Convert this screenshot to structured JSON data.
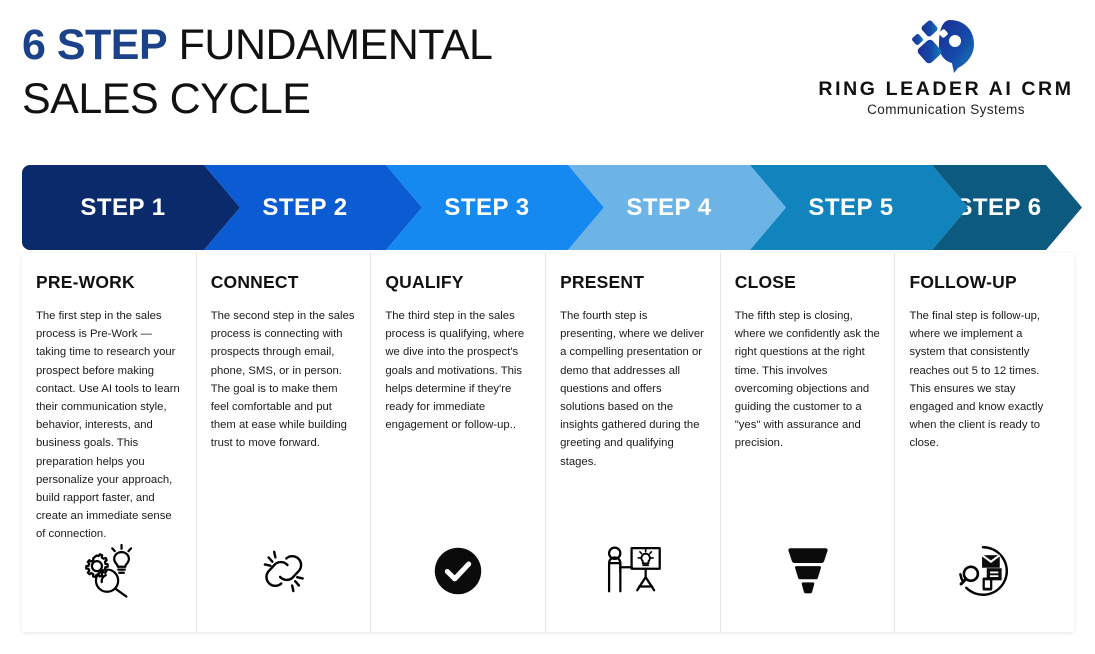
{
  "header": {
    "title_highlight": "6 STEP",
    "title_rest": " FUNDAMENTAL\nSALES CYCLE",
    "title_full": "6 STEP FUNDAMENTAL SALES CYCLE"
  },
  "logo": {
    "name": "RING LEADER AI CRM",
    "subtitle": "Communication Systems",
    "mark_icon": "ai-head-profile-icon",
    "color_start": "#1a2f8f",
    "color_end": "#1683b5"
  },
  "banner": {
    "steps": [
      {
        "label": "STEP 1",
        "color": "#0a2a6b"
      },
      {
        "label": "STEP 2",
        "color": "#0b5bd3"
      },
      {
        "label": "STEP 3",
        "color": "#1689f0"
      },
      {
        "label": "STEP 4",
        "color": "#6cb4e6"
      },
      {
        "label": "STEP 5",
        "color": "#1183bd"
      },
      {
        "label": "STEP 6",
        "color": "#0d5a80"
      }
    ]
  },
  "cards": [
    {
      "title": "PRE-WORK",
      "body": "The first step in the sales process is Pre-Work — taking time to research your prospect before making contact. Use AI tools to learn their communication style, behavior, interests, and business goals. This preparation helps you personalize your approach, build rapport faster, and create an immediate sense of connection.",
      "icon": "gear-lightbulb-magnifier-icon"
    },
    {
      "title": "CONNECT",
      "body": "The second step in the sales process is connecting with prospects through email, phone, SMS, or in person. The goal is to make them feel comfortable and put them at ease while building trust to move forward.",
      "icon": "chain-link-icon"
    },
    {
      "title": "QUALIFY",
      "body": "The third step in the sales process is qualifying, where we dive into the prospect's goals and motivations. This helps determine if they're ready for immediate engagement or follow-up..",
      "icon": "check-circle-icon"
    },
    {
      "title": "PRESENT",
      "body": "The fourth step is presenting, where we deliver a compelling presentation or demo that addresses all questions and offers solutions based on the insights gathered during the greeting and qualifying stages.",
      "icon": "presenter-whiteboard-icon"
    },
    {
      "title": "CLOSE",
      "body": "The fifth step is closing, where we confidently ask the right questions at the right time. This involves overcoming objections and guiding the customer to a \"yes\" with assurance and precision.",
      "icon": "sales-funnel-icon"
    },
    {
      "title": "FOLLOW-UP",
      "body": "The final step is follow-up, where we implement a system that consistently reaches out 5 to 12 times. This ensures we stay engaged and know exactly when the client is ready to close.",
      "icon": "followup-circle-icon"
    }
  ]
}
